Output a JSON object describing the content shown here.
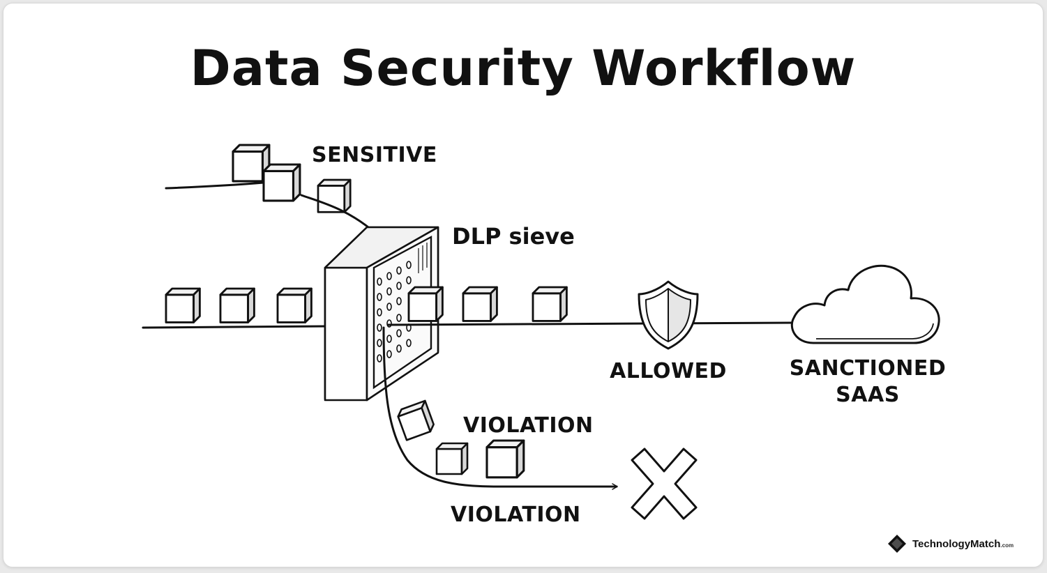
{
  "title": "Data Security Workflow",
  "labels": {
    "sensitive": "SENSITIVE",
    "dlp_sieve": "DLP sieve",
    "allowed": "ALLOWED",
    "sanctioned_line1": "SANCTIONED",
    "sanctioned_line2": "SAAS",
    "violation_top": "VIOLATION",
    "violation_bottom": "VIOLATION"
  },
  "brand": {
    "name": "TechnologyMatch",
    "suffix": ".com"
  },
  "icons": {
    "shield": "shield-icon",
    "cloud": "cloud-icon",
    "reject": "x-mark-icon",
    "brand_logo": "diamond-logo-icon"
  }
}
